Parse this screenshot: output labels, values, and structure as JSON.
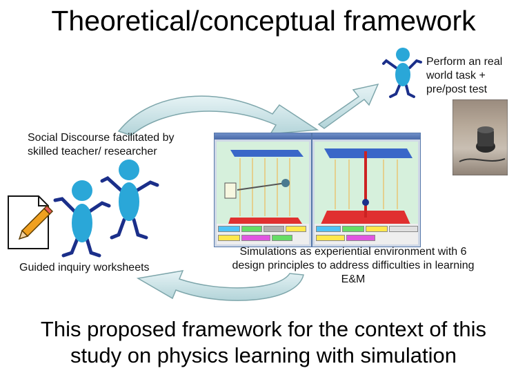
{
  "title": "Theoretical/conceptual framework",
  "captions": {
    "real_world_task": [
      "Perform an real",
      "world task +",
      "pre/post test"
    ],
    "social_discourse": [
      "Social Discourse facilitated by",
      "skilled teacher/ researcher"
    ],
    "worksheets": "Guided inquiry worksheets",
    "simulations": [
      "Simulations as experiential environment with 6",
      "design principles to address difficulties in learning",
      "E&M"
    ]
  },
  "bottom_text": [
    "This proposed framework for the context of this",
    "study on physics learning with simulation"
  ],
  "colors": {
    "figure_body": "#2aa7d8",
    "figure_limbs": "#1b2f8a",
    "arrow_fill": "#c4dfe3",
    "arrow_stroke": "#7ea6ab",
    "sim_base": "#e03030",
    "sim_top": "#3a67c8"
  }
}
